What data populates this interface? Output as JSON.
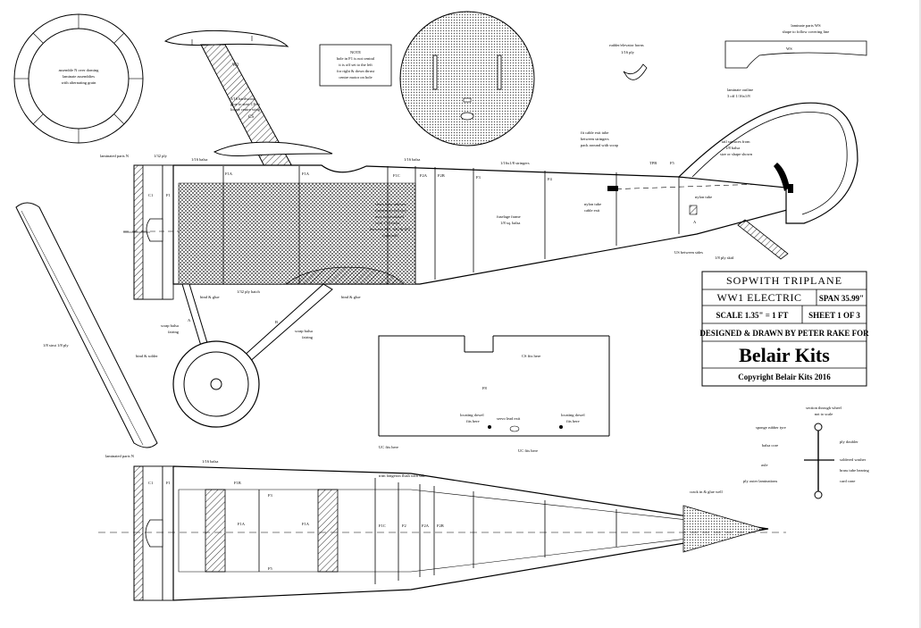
{
  "title_block": {
    "title": "SOPWITH TRIPLANE",
    "subtitle": "WW1 ELECTRIC",
    "span": "SPAN 35.99\"",
    "scale": "SCALE 1.35\" = 1 FT",
    "sheet": "SHEET 1 OF 3",
    "designer": "DESIGNED & DRAWN BY PETER RAKE FOR",
    "brand": "Belair Kits",
    "copyright": "Copyright Belair Kits 2016"
  },
  "notes": {
    "cowl_ring": [
      "assemble N over doming",
      "laminate assemblies",
      "with alternating grain"
    ],
    "note_box": [
      "NOTE",
      "hole in F1 is not central",
      "it is off set to the left",
      "for right & down thrust",
      "centre motor on hole"
    ],
    "rudder_horns": [
      "rudder/elevator horns",
      "1/16 ply"
    ],
    "ws_parts": [
      "laminate parts WS",
      "shape to follow covering line"
    ],
    "ws_label": "WS",
    "hardwood": [
      "3/16 hardwood",
      "glue to strut CS to",
      "locate centre wing"
    ],
    "stringers": "1/16x1/8 stringers",
    "fit_cable": [
      "fit cable exit tube",
      "between stringers",
      "pack around with scrap"
    ],
    "laminate_outline": [
      "laminate outline",
      "3 off 1/16x1/8"
    ],
    "tail_surfaces": [
      "tail surfaces from",
      "1/8 balsa",
      "size or shape shown"
    ],
    "nylon_tube": [
      "nylon tube",
      "cable exit"
    ],
    "laminated_n_top": "laminated parts N",
    "laminated_n_bottom": "laminated parts N",
    "ply_132": "1/32 ply",
    "balsa_116_a": "1/16 balsa",
    "balsa_116_b": "1/16 balsa",
    "balsa_116_c": "1/16 balsa",
    "chain_lines": [
      "chain lines indicate",
      "formers on full size",
      "may be simulated",
      "with 1/16 balsa",
      "between SS1, SS2 & W3",
      "(optional)"
    ],
    "fuselage_frame": [
      "fuselage frame",
      "1/8 sq. balsa"
    ],
    "ply_hatch": "1/32 ply hatch",
    "bind_glue_1": "bind & glue",
    "bind_glue_2": "bind & glue",
    "bind_solder": "bind & solder",
    "scrap_fairing_1": [
      "scrap balsa",
      "fairing"
    ],
    "scrap_fairing_2": [
      "scrap balsa",
      "fairing"
    ],
    "strut_ply": "1/8 strut 1/8 ply",
    "us_sides": "US between sides",
    "ply_skid": "1/8 ply skid",
    "cs_fits": "CS fits here",
    "f8_label": "F8",
    "dowel_left": [
      "locating dowel",
      "fits here"
    ],
    "servo_exit": [
      "servo lead exit"
    ],
    "dowel_right": [
      "locating dowel",
      "fits here"
    ],
    "uc_fits_1": "UC fits here",
    "uc_fits_2": "UC fits here",
    "section_wheel": [
      "section through wheel",
      "not to scale"
    ],
    "sponge_tyre": "sponge rubber tyre",
    "balsa_core": "balsa core",
    "ply_doubler": "ply doubler",
    "soldered_washer": "soldered washer",
    "axle": "axle",
    "brass_tube": "brass tube bearing",
    "ply_outer": "ply outer laminations",
    "card_cone": "card cone",
    "trim_longeron": "trim longeron flush with side",
    "crack_glue": "crack in & glue well",
    "former_labels": {
      "f1a_1": "F1A",
      "f1a_2": "F1A",
      "f1b": "F1B",
      "f1c": "F1C",
      "f2a": "F2A",
      "f2b": "F2B",
      "f3": "F3",
      "f4": "F4",
      "f5": "F5",
      "tpb": "TPB",
      "c1": "C1",
      "f1": "F1",
      "pl_f1b": "F1B",
      "pl_f1a_1": "F1A",
      "pl_f1a_2": "F1A",
      "pl_f1c": "F1C",
      "pl_f2": "F2",
      "pl_f2a": "F2A",
      "pl_f2b": "F2B",
      "pl_c1": "C1",
      "pl_f1": "F1",
      "pl_f3": "F3",
      "pl_f5": "F5",
      "strut_a": "A",
      "strut_b": "B",
      "ws_top": "W2",
      "cs_strut": "CS",
      "skid_a": "A",
      "f8_in": "F8"
    }
  },
  "colors": {
    "ink": "#000000",
    "paper": "#ffffff",
    "hatch_fill": "#cfcfcf"
  }
}
